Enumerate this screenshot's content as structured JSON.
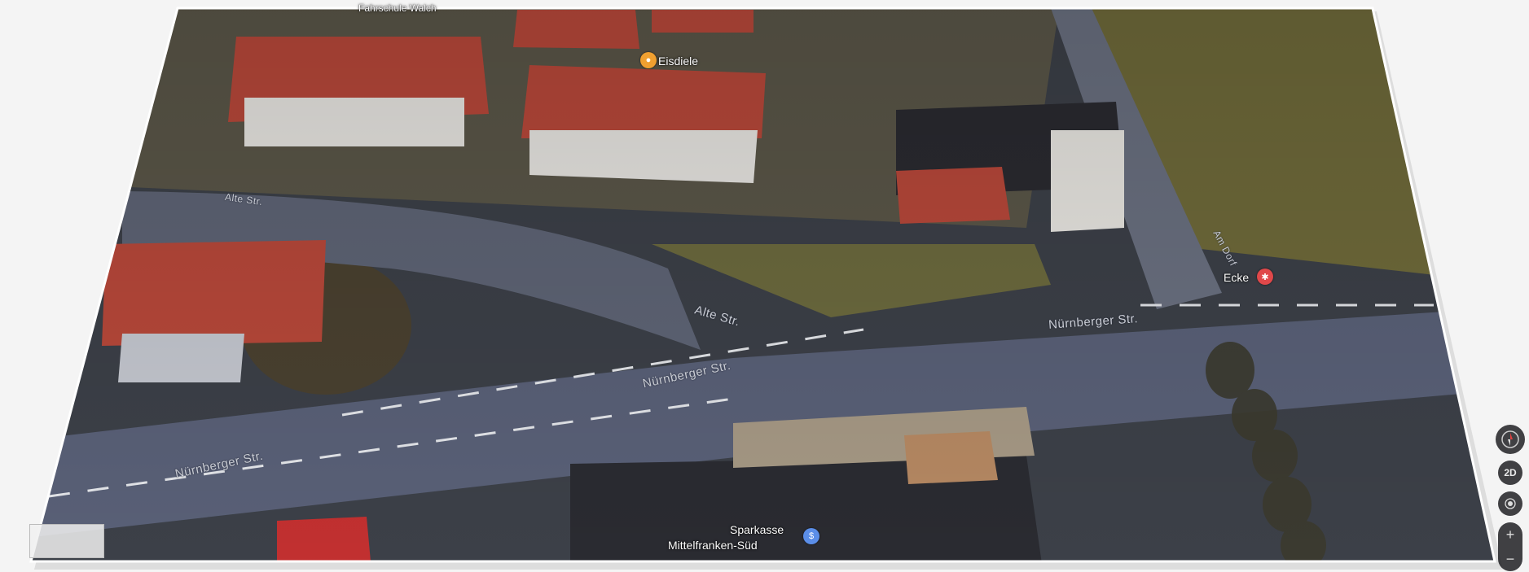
{
  "map": {
    "streets": {
      "alte_str_1": "Alte Str.",
      "alte_str_2": "Alte Str.",
      "nuernberger_1": "Nürnberger Str.",
      "nuernberger_2": "Nürnberger Str.",
      "nuernberger_3": "Nürnberger Str.",
      "side_road": "Am Dorf"
    },
    "pois": {
      "top_business": "Fahrschule Walch",
      "eisdiele": "Eisdiele",
      "ecke": "Ecke",
      "sparkasse_line1": "Sparkasse",
      "sparkasse_line2": "Mittelfranken-Süd"
    },
    "colors": {
      "roof": "#b8483a",
      "road": "#5b6172",
      "grass": "#6c6a3e",
      "poi_orange": "#f0a030",
      "poi_red": "#e0484a",
      "poi_blue": "#5b8ee8"
    }
  },
  "controls": {
    "compass_icon": "compass-icon",
    "mode_2d": "2D",
    "locate_icon": "locate-icon",
    "zoom_in": "+",
    "zoom_out": "−"
  }
}
